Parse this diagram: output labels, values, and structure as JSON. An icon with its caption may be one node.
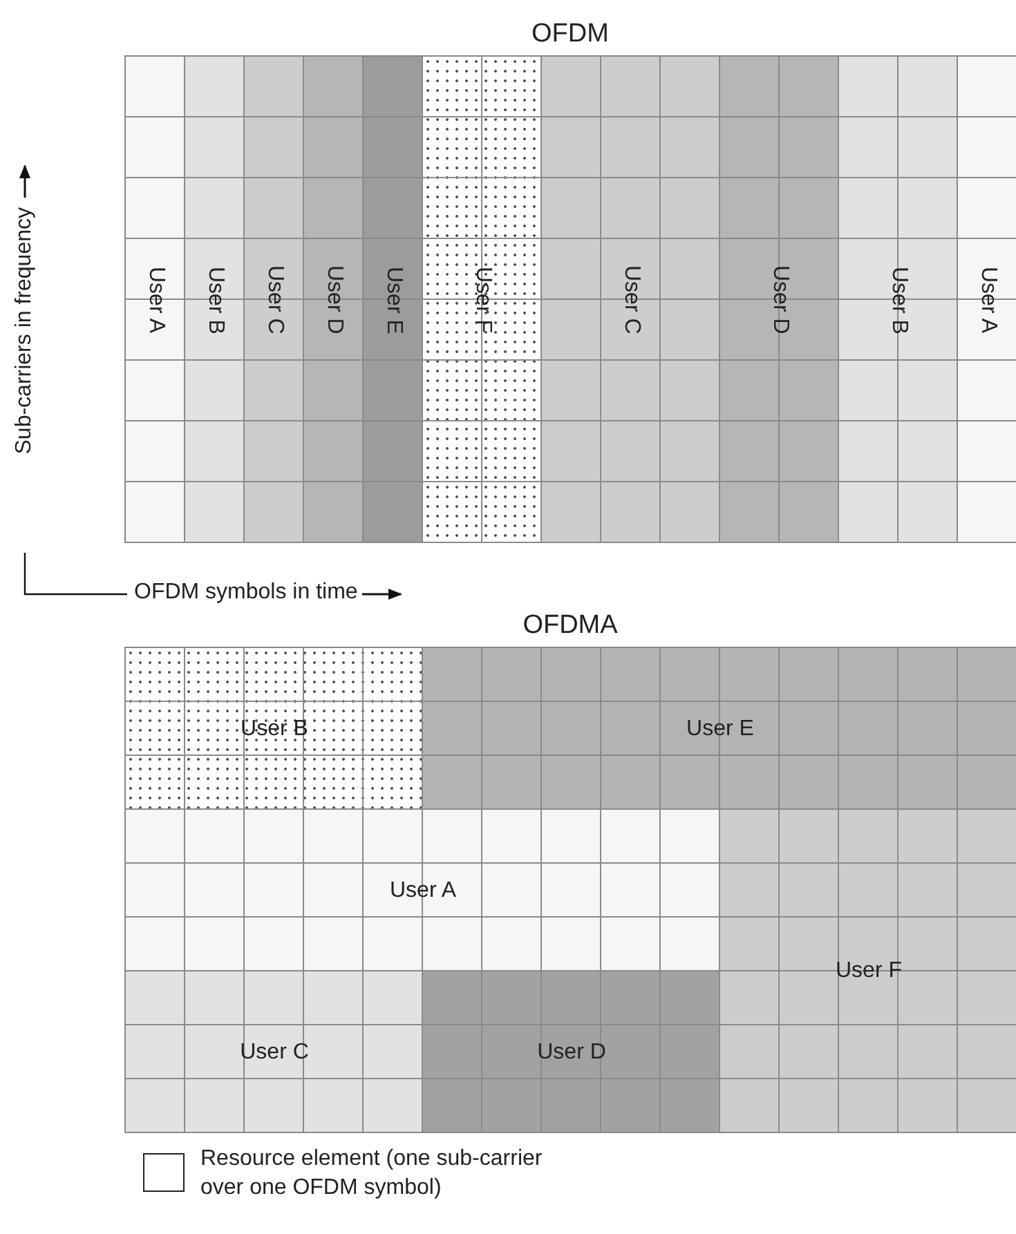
{
  "diagram": {
    "nodes": [
      {
        "text": [
          "OFDM"
        ]
      },
      {
        "text": [
          "User A"
        ],
        "in": 0
      },
      {
        "text": [
          "User B"
        ],
        "in": 0
      },
      {
        "text": [
          "User C"
        ],
        "in": 0
      },
      {
        "text": [
          "User D"
        ],
        "in": 0
      },
      {
        "text": [
          "User E"
        ],
        "in": 0
      },
      {
        "text": [
          "User F"
        ],
        "in": 0
      },
      {
        "text": [
          "User C"
        ],
        "in": 0
      },
      {
        "text": [
          "User D"
        ],
        "in": 0
      },
      {
        "text": [
          "User B"
        ],
        "in": 0
      },
      {
        "text": [
          "User A"
        ],
        "in": 0
      },
      {
        "text": [
          "OFDMA"
        ]
      },
      {
        "text": [
          "User B"
        ],
        "in": 11
      },
      {
        "text": [
          "User E"
        ],
        "in": 11
      },
      {
        "text": [
          "User A"
        ],
        "in": 11
      },
      {
        "text": [
          "User F"
        ],
        "in": 11
      },
      {
        "text": [
          "User C"
        ],
        "in": 11
      },
      {
        "text": [
          "User D"
        ],
        "in": 11
      }
    ],
    "edges": [],
    "labels": [
      "Sub-carriers in frequency",
      "OFDM symbols in time"
    ],
    "legend": [
      {
        "text": "Resource element (one sub-carrier over one OFDM symbol)"
      }
    ]
  }
}
